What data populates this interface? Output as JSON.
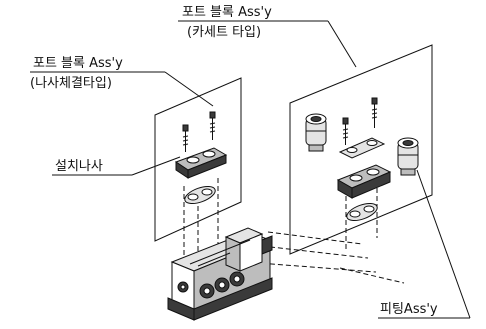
{
  "labels": {
    "cassette_title": "포트 블록 Ass'y",
    "cassette_subtitle": "(카세트 타입)",
    "screw_title": "포트 블록 Ass'y",
    "screw_subtitle": "(나사체결타입)",
    "mounting_screw": "설치나사",
    "fitting": "피팅Ass'y"
  }
}
